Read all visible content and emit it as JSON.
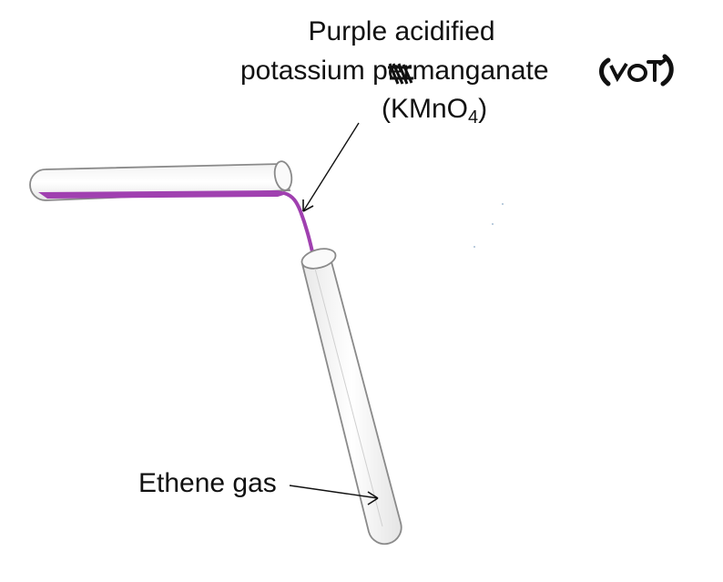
{
  "labels": {
    "reagent_line1": "Purple acidified",
    "reagent_line2_part1": "potassium ",
    "reagent_line2_part2": "per",
    "reagent_line2_part3": "manganate",
    "reagent_line3_prefix": "(KMnO",
    "reagent_line3_subscript": "4",
    "reagent_line3_suffix": ")",
    "gas": "Ethene gas"
  },
  "colors": {
    "liquid": "#a040b0",
    "tube_stroke": "#8a8a8a",
    "text": "#111111"
  }
}
